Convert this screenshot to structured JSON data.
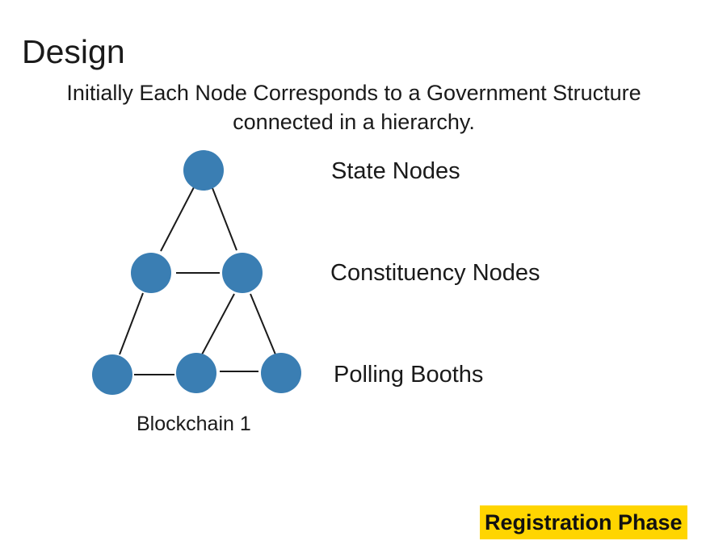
{
  "slide": {
    "title": "Design",
    "subtitle_line1": "Initially Each Node Corresponds to a Government Structure",
    "subtitle_line2": "connected in a hierarchy."
  },
  "diagram": {
    "node_color": "#3a7eb3",
    "edge_color": "#1a1a1a",
    "levels": {
      "state": "State Nodes",
      "constituency": "Constituency Nodes",
      "booths": "Polling Booths"
    },
    "caption": "Blockchain 1"
  },
  "badge": {
    "label": "Registration Phase",
    "background": "#ffd500"
  }
}
